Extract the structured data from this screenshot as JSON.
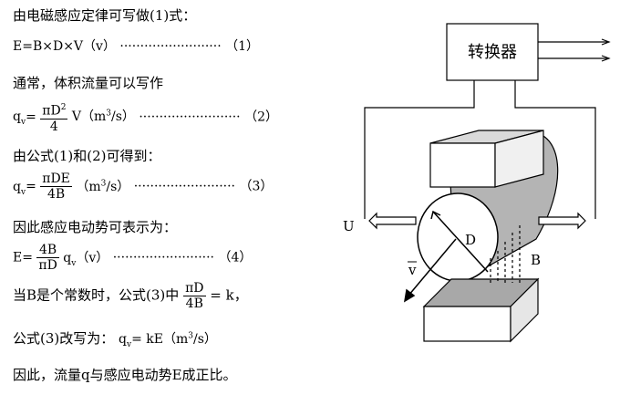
{
  "lines": {
    "intro": "由电磁感应定律可写做(1)式：",
    "eq1": "E=B×D×V（v）",
    "eq1_num": "（1）",
    "flow_intro": "通常，体积流量可以写作",
    "qv_prefix": "q",
    "qv_sub": "v",
    "eq2_equals": "=",
    "eq2_num_text": "πD",
    "eq2_num_sup": "2",
    "eq2_den": "4",
    "eq2_tail": "V（m",
    "eq2_unit_sup": "3",
    "eq2_unit_end": "/s）",
    "eq2_no": "（2）",
    "combine": "由公式(1)和(2)可得到：",
    "eq3_num": "πDE",
    "eq3_den": "4B",
    "eq3_unit": "（m",
    "eq3_unit_sup": "3",
    "eq3_unit_end": "/s）",
    "eq3_no": "（3）",
    "emf_intro": "因此感应电动势可表示为：",
    "eq4_prefix": "E=",
    "eq4_num": "4B",
    "eq4_den": "πD",
    "eq4_tail_q": "q",
    "eq4_tail_sub": "v",
    "eq4_tail_end": "（v）",
    "eq4_no": "（4）",
    "const_a": "当B是个常数时，公式(3)中",
    "const_num": "πD",
    "const_den": "4B",
    "const_b": "= k，",
    "rewrite_a": "公式(3)改写为：",
    "rewrite_q": "q",
    "rewrite_sub": "v",
    "rewrite_b": "= kE（m",
    "rewrite_sup": "3",
    "rewrite_c": "/s）",
    "conclusion": "因此，流量q与感应电动势E成正比。",
    "dots": "·························"
  },
  "diagram": {
    "converter_label": "转换器",
    "label_U": "U",
    "label_D": "D",
    "label_B": "B",
    "label_v": "v"
  }
}
